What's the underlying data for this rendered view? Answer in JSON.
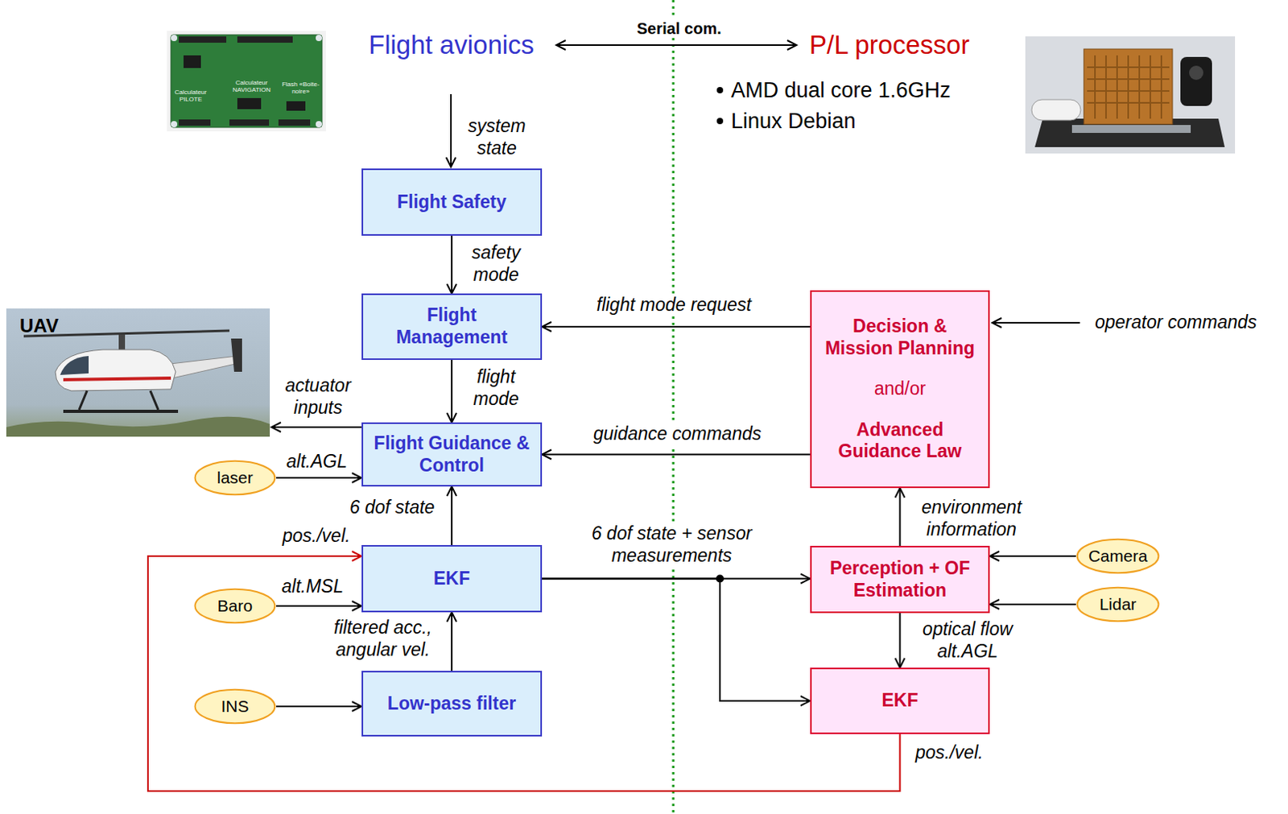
{
  "diagram": {
    "nodes": [
      {
        "text": [
          "Flight Safety"
        ]
      },
      {
        "text": [
          "Flight Management"
        ]
      },
      {
        "text": [
          "Decision & Mission Planning",
          "and/or",
          "Advanced Guidance Law"
        ]
      },
      {
        "text": [
          "laser"
        ]
      },
      {
        "text": [
          "Flight Guidance & Control"
        ]
      },
      {
        "text": [
          "EKF"
        ]
      },
      {
        "text": [
          "Perception + OF Estimation"
        ]
      },
      {
        "text": [
          "Camera"
        ]
      },
      {
        "text": [
          "Lidar"
        ]
      },
      {
        "text": [
          "Baro"
        ]
      },
      {
        "text": [
          "Low-pass filter"
        ]
      },
      {
        "text": [
          "INS"
        ]
      },
      {
        "text": [
          "EKF"
        ]
      }
    ],
    "edges": [
      {
        "from": 0,
        "to": 1,
        "label": "safety mode",
        "arrow": "to"
      },
      {
        "from": 1,
        "to": 4,
        "label": "flight mode",
        "arrow": "to"
      },
      {
        "from": 2,
        "to": 1,
        "label": "flight mode request",
        "arrow": "to"
      },
      {
        "from": 2,
        "to": 4,
        "label": "guidance commands",
        "arrow": "to"
      },
      {
        "from": 3,
        "to": 4,
        "label": "alt.AGL",
        "arrow": "to"
      },
      {
        "from": 5,
        "to": 4,
        "label": "6 dof state",
        "arrow": "to"
      },
      {
        "from": 9,
        "to": 5,
        "label": "alt.MSL",
        "arrow": "to"
      },
      {
        "from": 10,
        "to": 5,
        "label": "filtered acc., angular vel.",
        "arrow": "to"
      },
      {
        "from": 11,
        "to": 10,
        "arrow": "to"
      },
      {
        "from": 5,
        "to": 6,
        "label": "6 dof state + sensor measurements",
        "arrow": "to"
      },
      {
        "from": 5,
        "to": 12,
        "arrow": "to"
      },
      {
        "from": 6,
        "to": 2,
        "label": "environment information",
        "arrow": "to"
      },
      {
        "from": 7,
        "to": 6,
        "arrow": "to"
      },
      {
        "from": 8,
        "to": 6,
        "arrow": "to"
      },
      {
        "from": 6,
        "to": 12,
        "label": "optical flow alt.AGL",
        "arrow": "to"
      },
      {
        "from": 12,
        "to": 5,
        "label": "pos./vel.",
        "arrow": "to"
      }
    ],
    "labels": [
      "Flight avionics",
      "Serial com.",
      "P/L processor",
      "AMD dual core 1.6GHz",
      "Linux Debian",
      "Calculateur PILOTE",
      "Calculateur NAVIGATION",
      "Flash «Boite-noire»",
      "UAV",
      "system state",
      "actuator inputs",
      "operator commands",
      "pos./vel."
    ]
  }
}
